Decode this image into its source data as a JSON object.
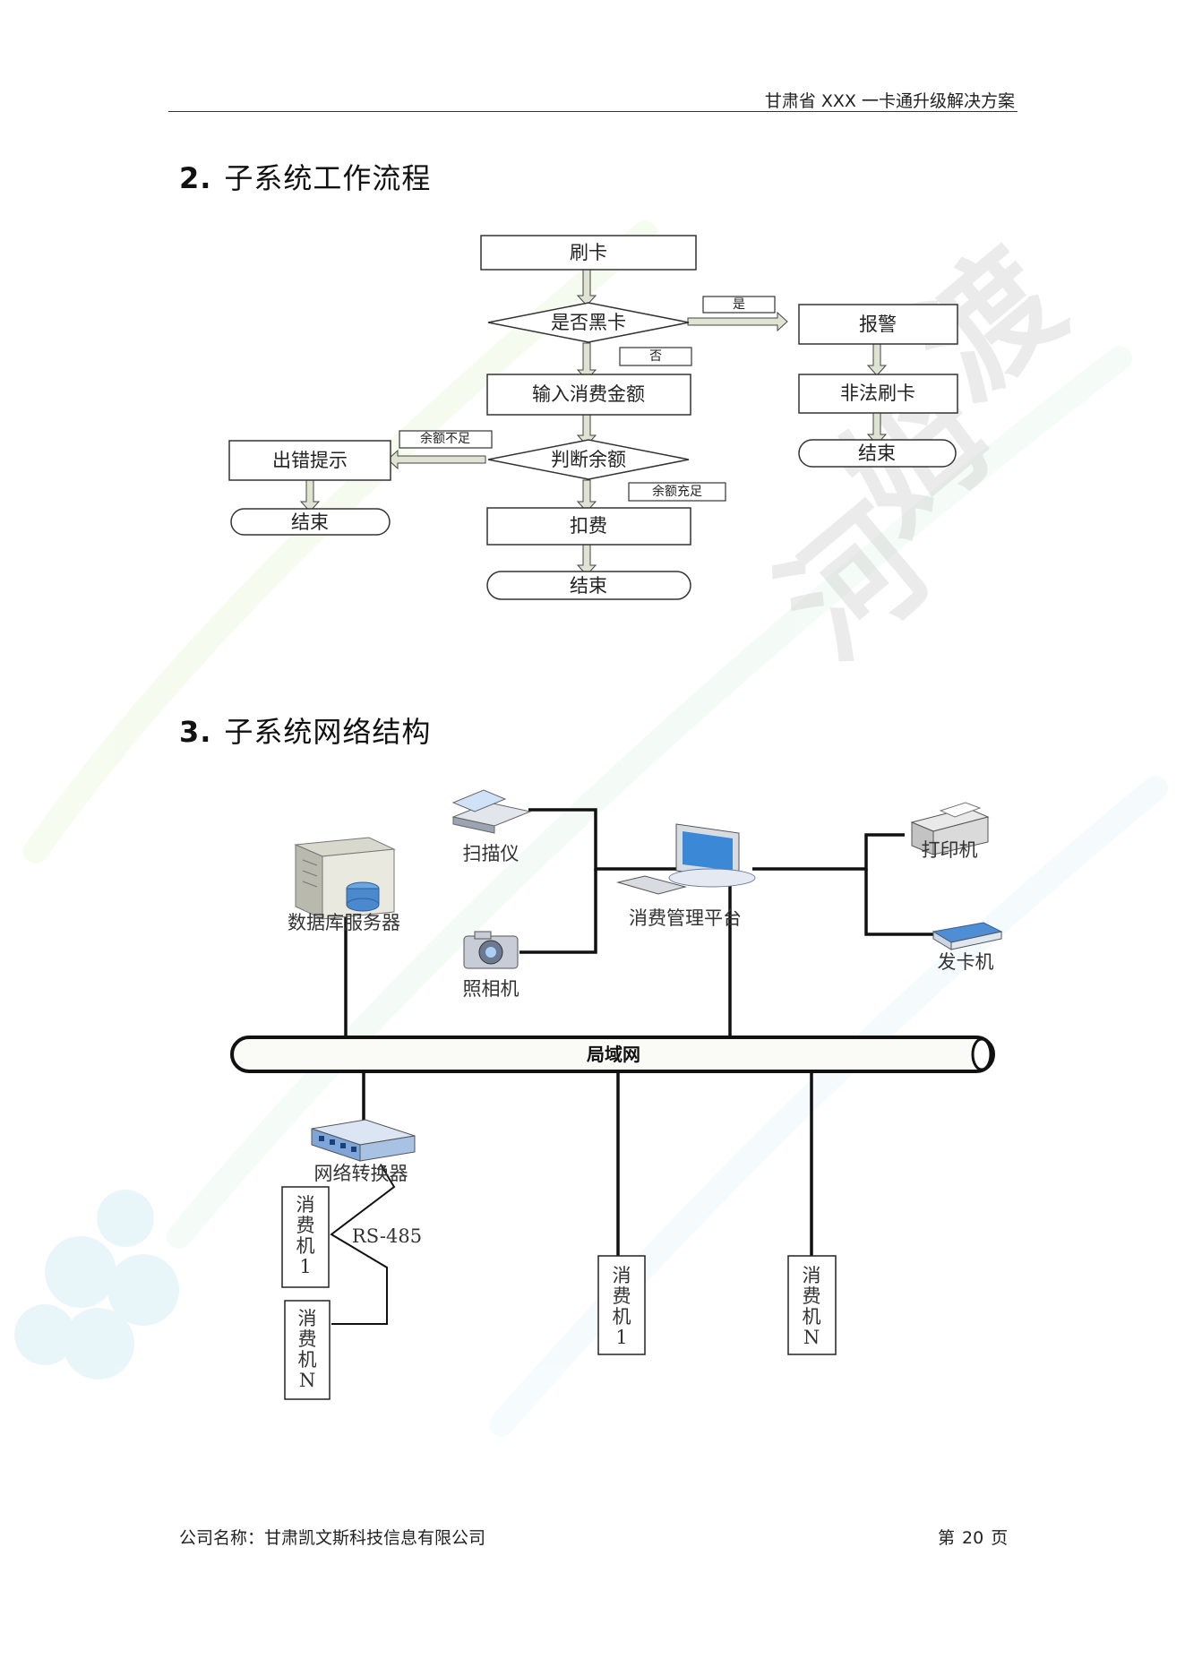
{
  "header": {
    "title": "甘肃省 XXX 一卡通升级解决方案"
  },
  "sections": [
    {
      "num": "2.",
      "title": "子系统工作流程"
    },
    {
      "num": "3.",
      "title": "子系统网络结构"
    }
  ],
  "flow": {
    "swipe": "刷卡",
    "blacklist": "是否黑卡",
    "yes": "是",
    "no": "否",
    "alarm": "报警",
    "illegal": "非法刷卡",
    "end": "结束",
    "enter_amount": "输入消费金额",
    "check_balance": "判断余额",
    "insufficient": "余额不足",
    "sufficient": "余额充足",
    "error_prompt": "出错提示",
    "deduct": "扣费"
  },
  "network": {
    "db_server": "数据库服务器",
    "scanner": "扫描仪",
    "camera": "照相机",
    "platform": "消费管理平台",
    "printer": "打印机",
    "card_issuer": "发卡机",
    "lan": "局域网",
    "converter": "网络转换器",
    "rs485": "RS-485",
    "pos_chars": [
      "消",
      "费",
      "机"
    ],
    "pos_1": "1",
    "pos_n": "N"
  },
  "footer": {
    "company": "公司名称：甘肃凯文斯科技信息有限公司",
    "page_prefix": "第",
    "page_num": "20",
    "page_suffix": "页"
  }
}
